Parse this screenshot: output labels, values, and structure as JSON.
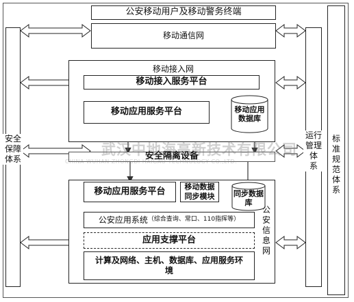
{
  "terminals": "公安移动用户及移动警务终端",
  "comm_network": "移动通信网",
  "access_network": "移动接入网",
  "access_platform": "移动接入服务平台",
  "app_platform_top": "移动应用服务平台",
  "mobile_db": "移动应用\n数据库",
  "isolation": "安全隔离设备",
  "app_platform_bottom": "移动应用服务平台",
  "sync_module": "移动数据\n同步模块",
  "sync_db": "同步数据\n库",
  "police_app_system": "公安应用系统",
  "police_app_system_note": "（综合查询、常口、110指挥等）",
  "app_support": "应用支撑平台",
  "infrastructure": "计算及网络、主机、数据库、应用服务环\n境",
  "police_info_network": "公\n安\n信\n息\n网",
  "security_system": "安全\n保障\n体系",
  "ops_system": "运行\n管理体\n系",
  "standards_system": "标\n准\n规\n范\n体\n系",
  "watermark": "武汉中地海高新技术有限公司",
  "watermark_en": "CHINA WUHAN ZHONGDI HAIGAO TECHNOLOGY CO.,LTD."
}
